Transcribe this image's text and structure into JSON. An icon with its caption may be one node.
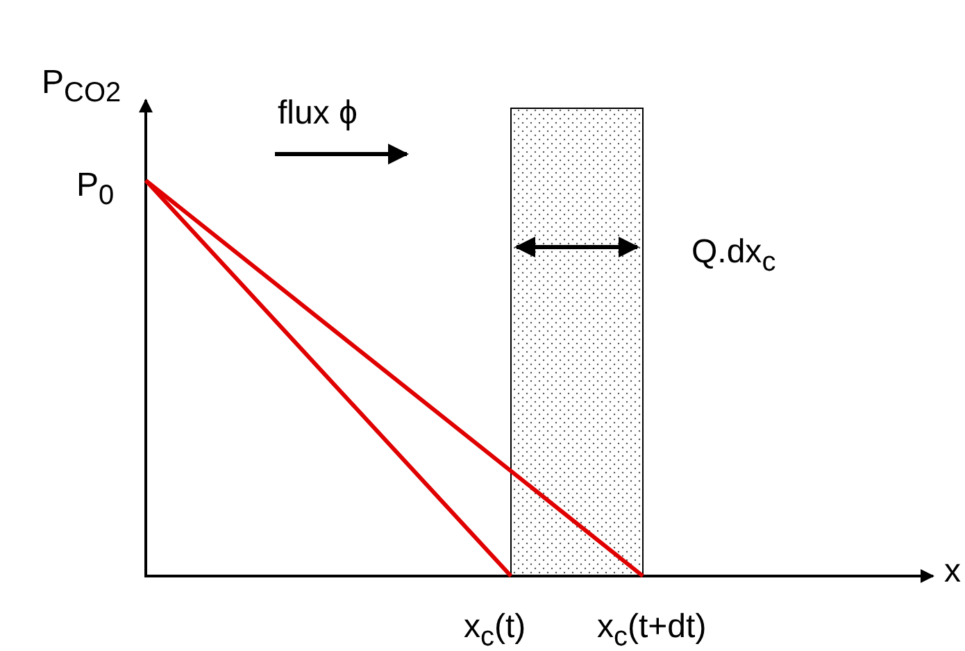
{
  "diagram": {
    "labels": [
      "P$_{CO2}$",
      "flux ϕ",
      "P$_{0}$",
      "Q.dx$_{c}$",
      "x",
      "x$_{c}$(t)",
      "x$_{c}$(t+dt)"
    ]
  }
}
